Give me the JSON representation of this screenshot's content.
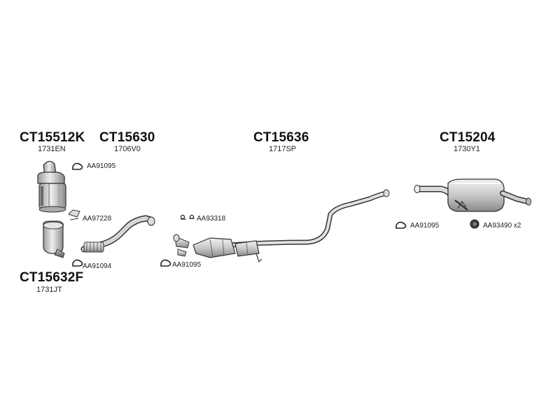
{
  "groups": [
    {
      "code": "CT15512K",
      "sub": "1731EN"
    },
    {
      "code": "CT15630",
      "sub": "1706V0"
    },
    {
      "code": "CT15636",
      "sub": "1717SP"
    },
    {
      "code": "CT15204",
      "sub": "1730Y1"
    },
    {
      "code": "CT15632F",
      "sub": "1731JT"
    }
  ],
  "refs": {
    "clamp_cat": "AA91095",
    "bracket": "AA97228",
    "clamp_flex": "AA91094",
    "bolt_set": "AA93318",
    "clamp_mid": "AA91095",
    "clamp_rear": "AA91095",
    "rubber_mount": "AA93490 x2"
  }
}
